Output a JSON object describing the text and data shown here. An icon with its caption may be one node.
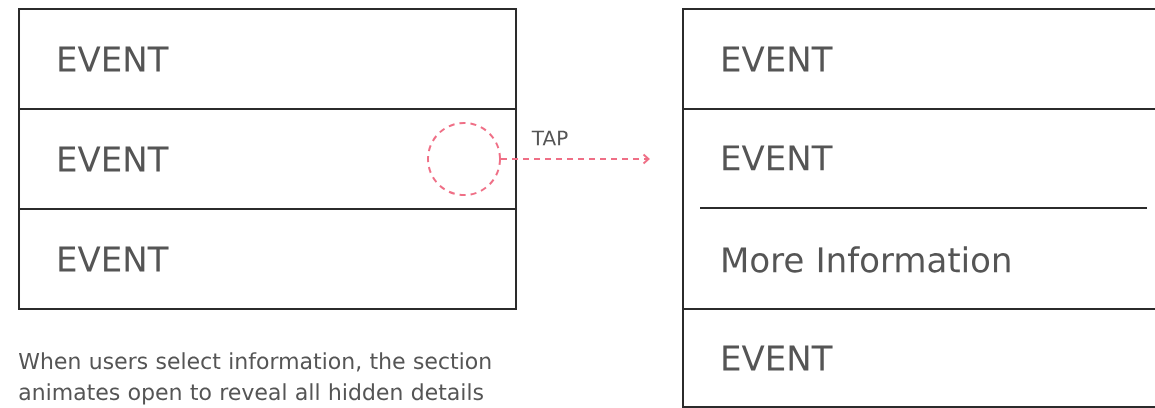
{
  "diagram": {
    "nodes": [
      {
        "text": [
          "EVENT"
        ]
      },
      {
        "text": [
          "EVENT"
        ]
      },
      {
        "text": [
          "EVENT"
        ]
      },
      {
        "text": [],
        "shape": "circle",
        "in": 1
      },
      {
        "text": [
          "EVENT"
        ]
      },
      {
        "text": [
          "EVENT",
          "More Information"
        ]
      },
      {
        "text": [
          "EVENT"
        ]
      }
    ],
    "edges": [
      {
        "from": 3,
        "to": 5,
        "arrow": "to",
        "label": "TAP",
        "style": "dashed",
        "color": "#ef6f86"
      }
    ],
    "labels": [
      "When users select information, the section animates open to reveal all hidden details"
    ]
  }
}
